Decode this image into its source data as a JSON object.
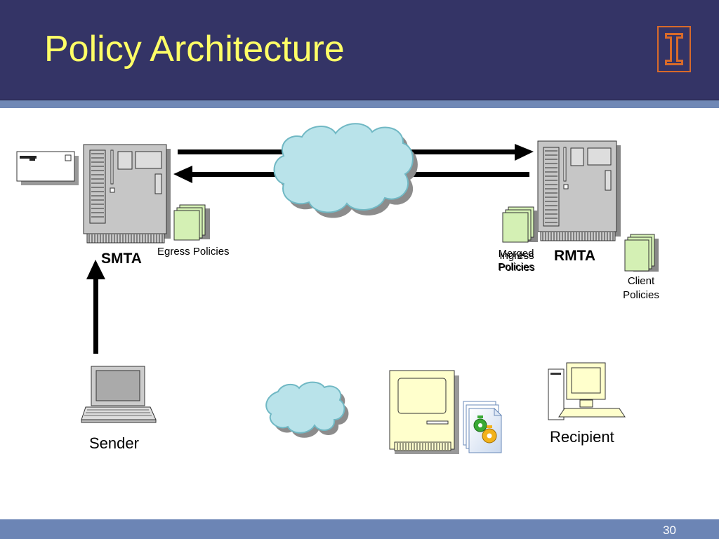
{
  "slide": {
    "title": "Policy Architecture",
    "page_number": "30",
    "colors": {
      "header": "#343466",
      "title": "#ffff66",
      "stripe": "#7088b5",
      "logo_border": "#d86a2a"
    }
  },
  "diagram": {
    "smta_label": "SMTA",
    "rmta_label": "RMTA",
    "egress_policies": "Egress Policies",
    "merged_policies": "Merged Policies",
    "ingress_policies": "Ingress Policies",
    "client_policies": "Client Policies",
    "sender_label": "Sender",
    "recipient_label": "Recipient",
    "icons": [
      "envelope-icon",
      "server-icon",
      "document-stack-icon",
      "cloud-icon",
      "laptop-icon",
      "workstation-icon",
      "desktop-computer-icon",
      "policy-file-icon"
    ]
  }
}
